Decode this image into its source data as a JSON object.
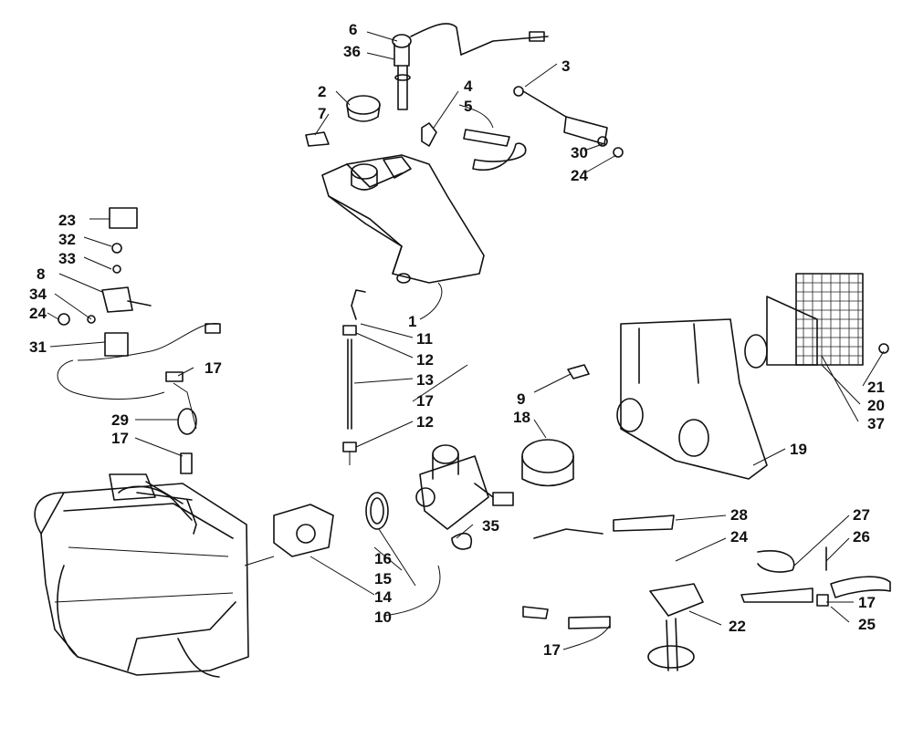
{
  "callouts": {
    "n1": "1",
    "n2": "2",
    "n3": "3",
    "n4": "4",
    "n5": "5",
    "n6": "6",
    "n7": "7",
    "n8": "8",
    "n9": "9",
    "n10": "10",
    "n11": "11",
    "n12a": "12",
    "n12b": "12",
    "n13": "13",
    "n14": "14",
    "n15": "15",
    "n16": "16",
    "n17a": "17",
    "n17b": "17",
    "n17c": "17",
    "n17d": "17",
    "n17e": "17",
    "n18": "18",
    "n19": "19",
    "n20": "20",
    "n21": "21",
    "n22": "22",
    "n23": "23",
    "n24a": "24",
    "n24b": "24",
    "n24c": "24",
    "n25": "25",
    "n26": "26",
    "n27": "27",
    "n28": "28",
    "n29": "29",
    "n30": "30",
    "n31": "31",
    "n32": "32",
    "n33": "33",
    "n34": "34",
    "n35": "35",
    "n36": "36",
    "n37": "37"
  },
  "colors": {
    "ink": "#111111",
    "paper": "#ffffff"
  }
}
